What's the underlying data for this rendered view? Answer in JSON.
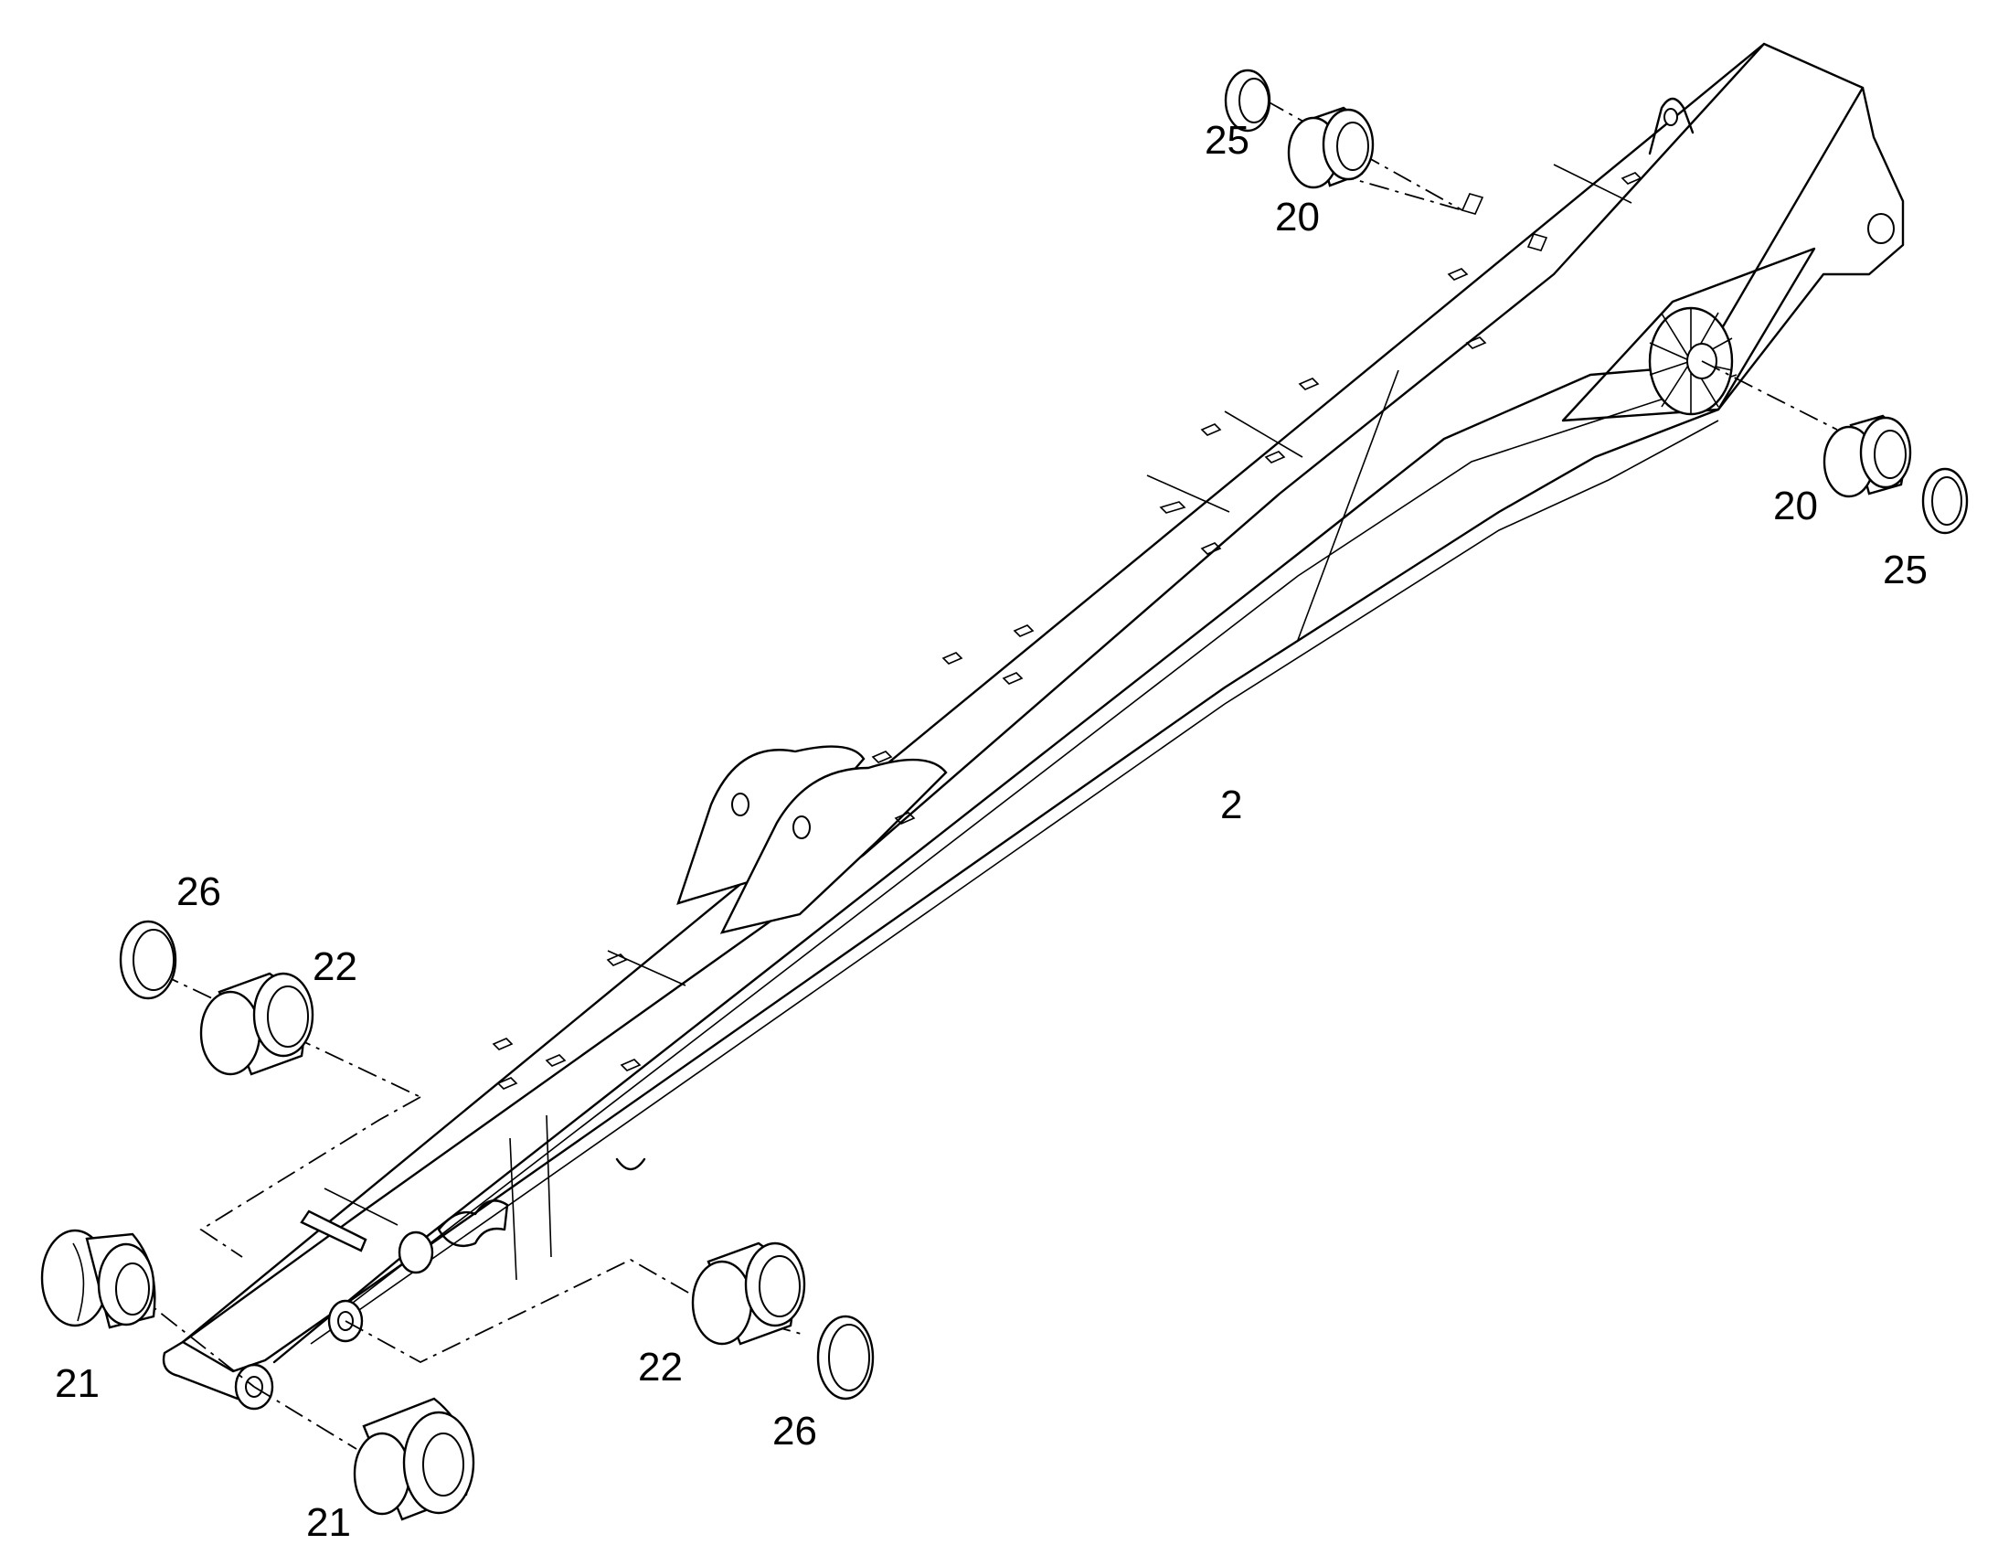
{
  "labels": {
    "main_boom": "2",
    "bushing_top": "20",
    "ring_top": "25",
    "bushing_right": "20",
    "ring_right": "25",
    "ring_left": "26",
    "bushing_left": "22",
    "pin_left": "21",
    "pin_bottom": "21",
    "bushing_bottom": "22",
    "ring_bottom": "26"
  }
}
